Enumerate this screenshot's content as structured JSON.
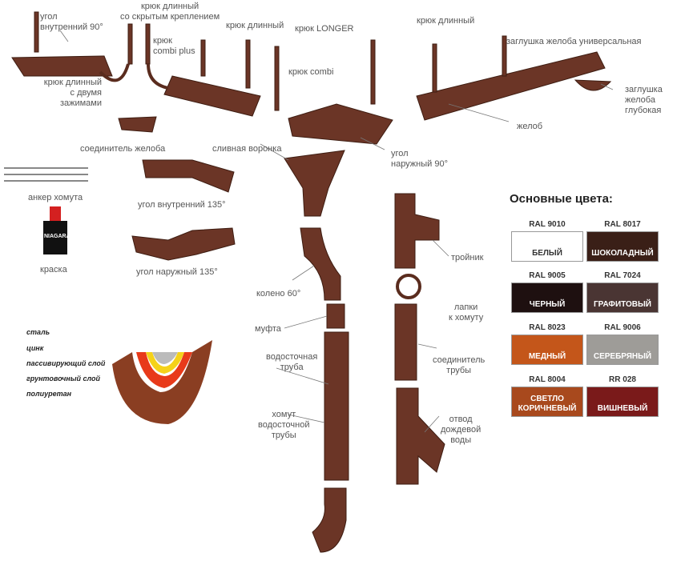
{
  "labels": {
    "corner_in_90": "угол\nвнутренний 90°",
    "hook_hidden": "крюк длинный\nсо скрытым креплением",
    "hook_combi_plus": "крюк\ncombi plus",
    "hook_long_1": "крюк длинный",
    "hook_longer": "крюк LONGER",
    "hook_combi": "крюк combi",
    "hook_two_clamps": "крюк длинный\nс двумя\nзажимами",
    "hook_long_2": "крюк длинный",
    "end_cap_universal": "заглушка желоба универсальная",
    "end_cap_deep": "заглушка\nжелоба\nглубокая",
    "gutter": "желоб",
    "gutter_connector": "соединитель желоба",
    "funnel": "сливная воронка",
    "corner_out_90": "угол\nнаружный 90°",
    "clamp_anchor": "анкер хомута",
    "corner_in_135": "угол внутренний 135°",
    "paint": "краска",
    "paint_brand": "NIAGARA",
    "corner_out_135": "угол наружный 135°",
    "elbow_60": "колено 60°",
    "coupling": "муфта",
    "downpipe": "водосточная\nтруба",
    "pipe_clamp": "хомут\nводосточной\nтрубы",
    "tee": "тройник",
    "clamp_legs": "лапки\nк хомуту",
    "pipe_connector": "соединитель\nтрубы",
    "rain_diverter": "отвод\nдождевой\nводы"
  },
  "layers": [
    "сталь",
    "цинк",
    "пассивирующий слой",
    "грунтовочный слой",
    "полиуретан"
  ],
  "colors_title": "Основные цвета:",
  "swatches": [
    {
      "code": "RAL 9010",
      "name": "БЕЛЫЙ",
      "hex": "#ffffff",
      "text": "#333"
    },
    {
      "code": "RAL 8017",
      "name": "ШОКОЛАДНЫЙ",
      "hex": "#3a1f17",
      "text": "#fff"
    },
    {
      "code": "RAL 9005",
      "name": "ЧЕРНЫЙ",
      "hex": "#1e1010",
      "text": "#fff"
    },
    {
      "code": "RAL 7024",
      "name": "ГРАФИТОВЫЙ",
      "hex": "#4a3533",
      "text": "#fff"
    },
    {
      "code": "RAL 8023",
      "name": "МЕДНЫЙ",
      "hex": "#c4561a",
      "text": "#fff"
    },
    {
      "code": "RAL 9006",
      "name": "СЕРЕБРЯНЫЙ",
      "hex": "#9e9c98",
      "text": "#fff"
    },
    {
      "code": "RAL 8004",
      "name": "СВЕТЛО\nКОРИЧНЕВЫЙ",
      "hex": "#a8491d",
      "text": "#fff"
    },
    {
      "code": "RR 028",
      "name": "ВИШНЕВЫЙ",
      "hex": "#7a1a1a",
      "text": "#fff"
    }
  ]
}
